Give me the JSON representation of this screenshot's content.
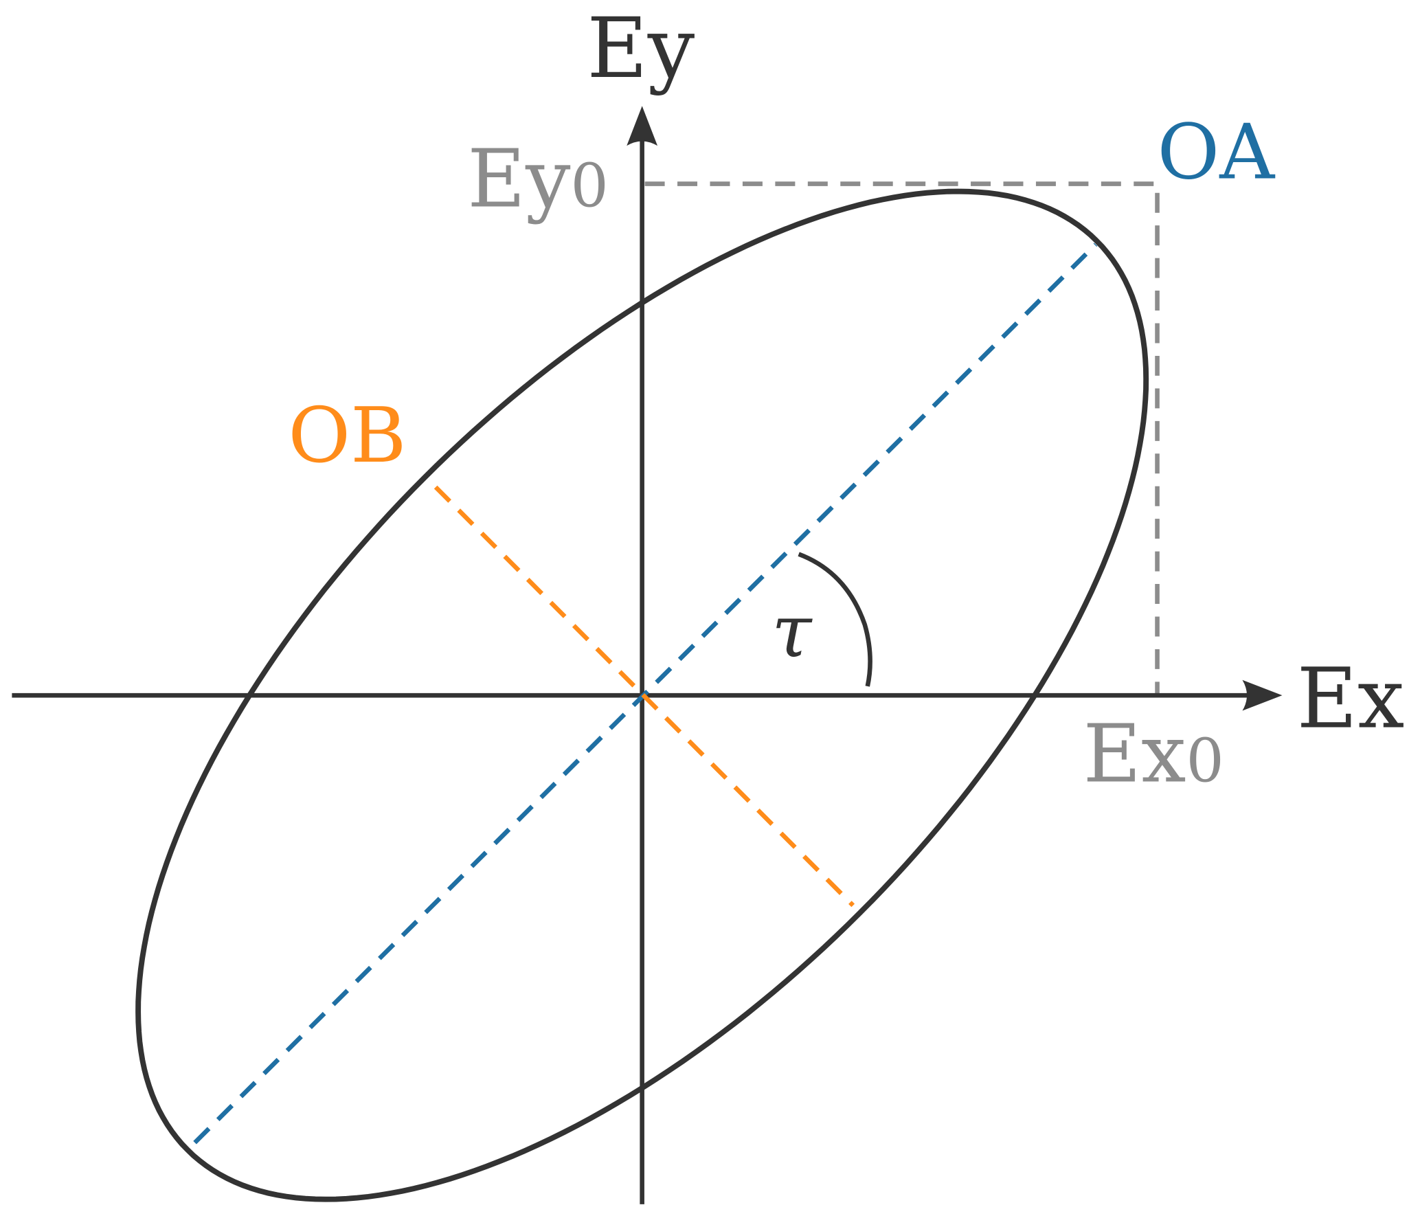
{
  "labels": {
    "ey": "Ey",
    "ex": "Ex",
    "ey0_main": "Ey",
    "ey0_sub": "0",
    "ex0_main": "Ex",
    "ex0_sub": "0",
    "oa": "OA",
    "ob": "OB",
    "tau": "τ"
  },
  "colors": {
    "axis": "#333333",
    "guide": "#8c8c8c",
    "major_axis": "#1f6fa3",
    "minor_axis": "#ff8c1a"
  },
  "ellipse": {
    "rotation_deg": 45
  }
}
